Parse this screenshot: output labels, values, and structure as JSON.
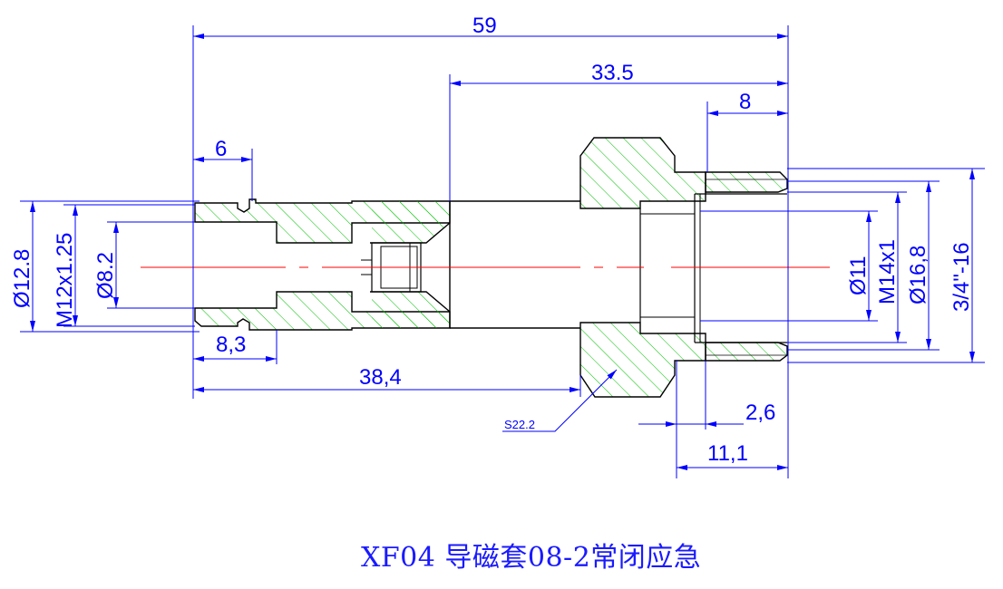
{
  "drawing": {
    "dimensions": {
      "overall_length": "59",
      "bore_depth": "33.5",
      "thread_length_right": "8",
      "left_recess": "6",
      "left_bore_depth": "8,3",
      "hex_position": "38,4",
      "undercut": "2,6",
      "right_section": "11,1",
      "dia_left_outer": "Ø12.8",
      "thread_left": "M12x1.25",
      "dia_left_bore": "Ø8.2",
      "dia_right_inner": "Ø11",
      "thread_right_inner": "M14x1",
      "dia_right_outer": "Ø16,8",
      "thread_right_outer": "3/4\"-16",
      "hex_size": "S22.2"
    },
    "colors": {
      "outline": "#000000",
      "dimension": "#0000ff",
      "hatch": "#00c000",
      "centerline": "#ff0000"
    }
  },
  "caption": {
    "text": "XF04 导磁套08-2常闭应急"
  }
}
